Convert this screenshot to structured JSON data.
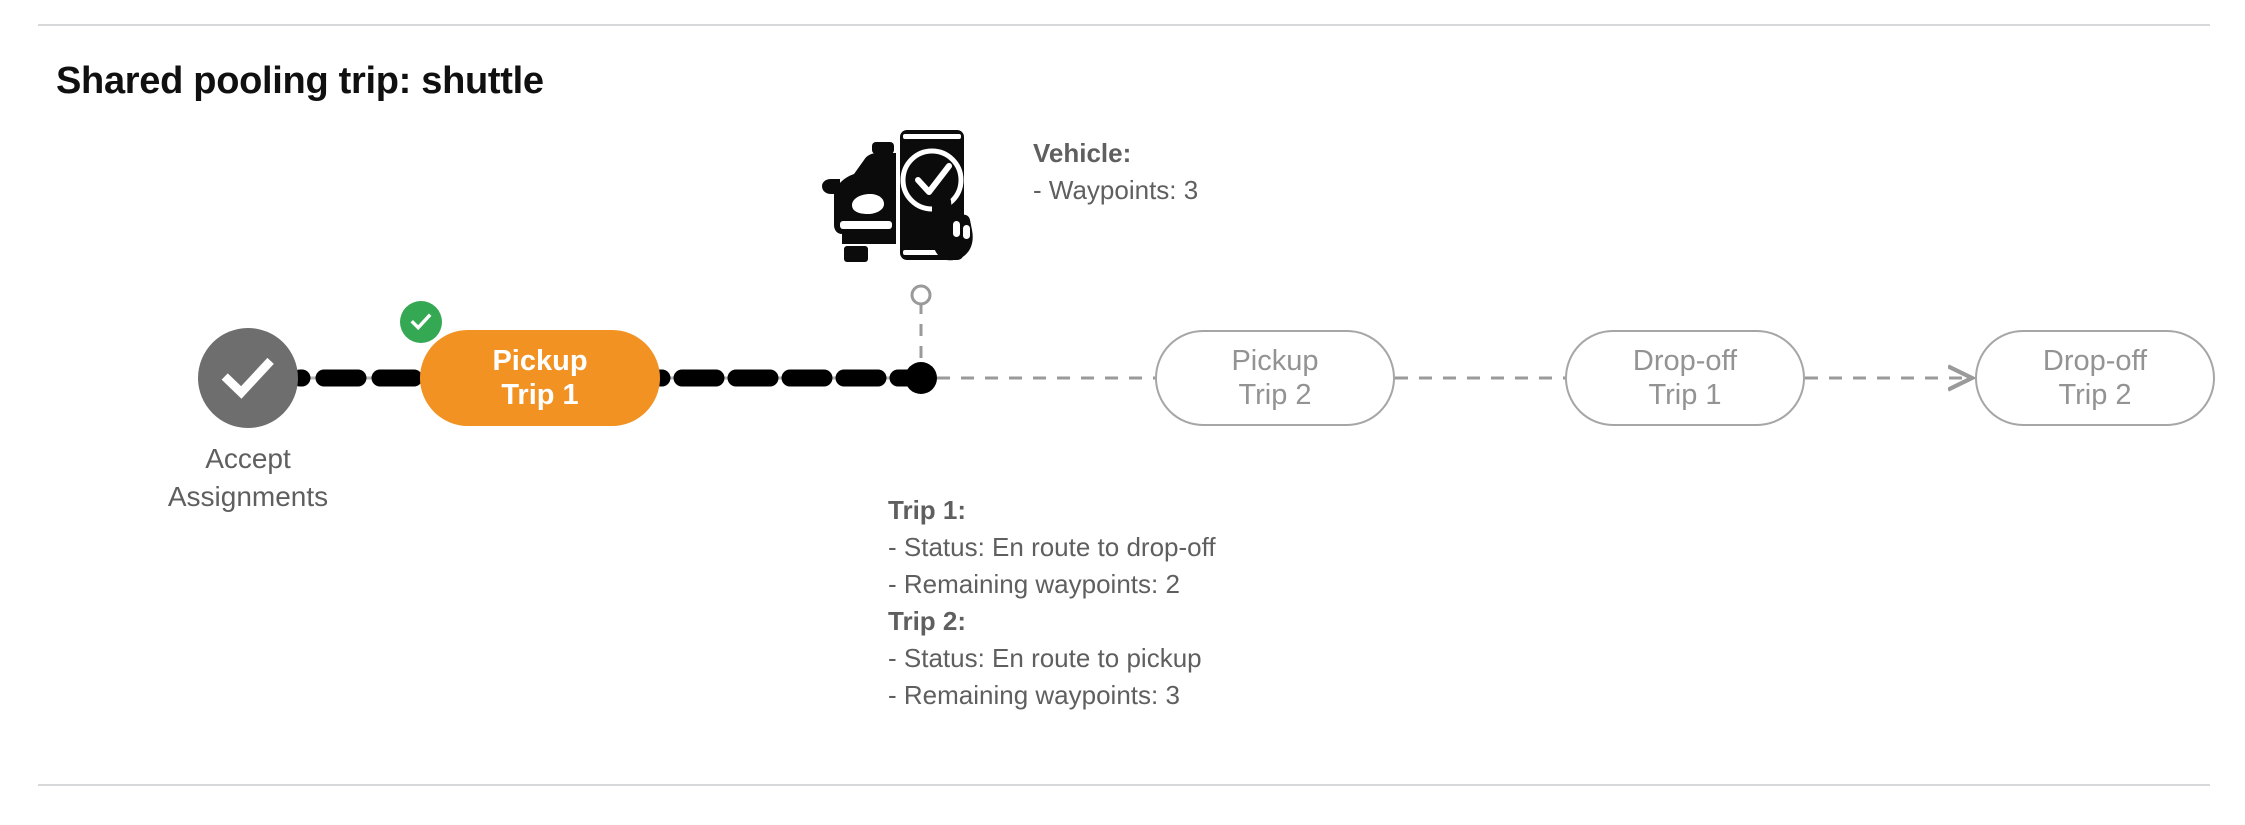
{
  "page": {
    "title": "Shared pooling trip: shuttle"
  },
  "colors": {
    "active_node": "#f29222",
    "completed_node": "#6e6e6e",
    "badge_success": "#34a853",
    "pending_node_border": "#a6a6a6",
    "pending_node_text": "#939393",
    "annotation_text": "#5f5f5f",
    "divider": "#d6d8da"
  },
  "flow": {
    "start_node": {
      "icon": "check-circle-icon",
      "caption_line1": "Accept",
      "caption_line2": "Assignments",
      "state": "completed"
    },
    "badge": {
      "icon": "check-badge-icon",
      "state": "completed"
    },
    "nodes": [
      {
        "line1": "Pickup",
        "line2": "Trip 1",
        "state": "active"
      },
      {
        "line1": "Pickup",
        "line2": "Trip 2",
        "state": "pending"
      },
      {
        "line1": "Drop-off",
        "line2": "Trip 1",
        "state": "pending"
      },
      {
        "line1": "Drop-off",
        "line2": "Trip 2",
        "state": "pending"
      }
    ],
    "vehicle_marker": {
      "icon": "vehicle-app-checkmark-icon",
      "position_dot": "current-position-dot"
    }
  },
  "annotations": {
    "vehicle": {
      "heading": "Vehicle:",
      "lines": [
        "- Waypoints: 3"
      ]
    },
    "trips": [
      {
        "heading": "Trip 1:",
        "lines": [
          "- Status:  En route to drop-off",
          "- Remaining waypoints: 2"
        ]
      },
      {
        "heading": "Trip 2:",
        "lines": [
          "- Status:  En route to pickup",
          "- Remaining waypoints: 3"
        ]
      }
    ]
  }
}
